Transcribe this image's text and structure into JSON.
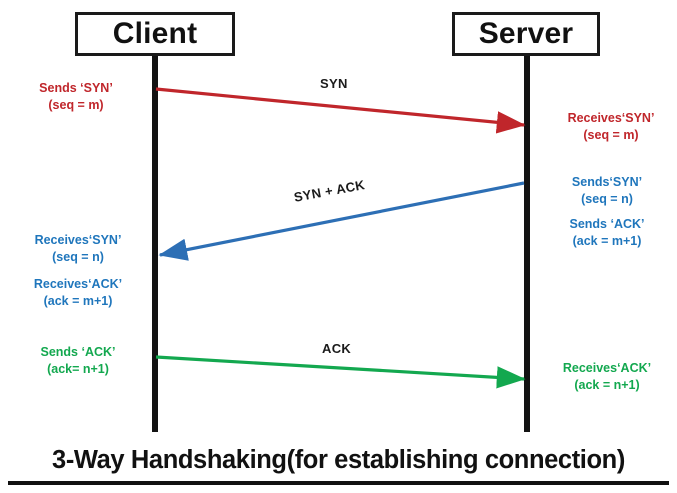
{
  "diagram": {
    "title": "3-Way Handshaking(for establishing connection)",
    "nodes": {
      "client": "Client",
      "server": "Server"
    },
    "colors": {
      "syn": "#c0262b",
      "syn_ack": "#1f76bc",
      "ack": "#13a84f",
      "lifeline": "#131313",
      "text": "#111111",
      "background": "#ffffff"
    },
    "messages": [
      {
        "label": "SYN",
        "color": "#c0262b",
        "direction": "client-to-server",
        "sender_note_line1": "Sends ‘SYN’",
        "sender_note_line2": "(seq = m)",
        "receiver_note_line1": "Receives‘SYN’",
        "receiver_note_line2": "(seq = m)"
      },
      {
        "label": "SYN + ACK",
        "color": "#1f76bc",
        "direction": "server-to-client",
        "sender_note_line1": "Sends‘SYN’",
        "sender_note_line2": "(seq = n)",
        "sender_note2_line1": "Sends ‘ACK’",
        "sender_note2_line2": "(ack = m+1)",
        "receiver_note_line1": "Receives‘SYN’",
        "receiver_note_line2": "(seq = n)",
        "receiver_note2_line1": "Receives‘ACK’",
        "receiver_note2_line2": "(ack = m+1)"
      },
      {
        "label": "ACK",
        "color": "#13a84f",
        "direction": "client-to-server",
        "sender_note_line1": "Sends ‘ACK’",
        "sender_note_line2": "(ack= n+1)",
        "receiver_note_line1": "Receives‘ACK’",
        "receiver_note_line2": "(ack = n+1)"
      }
    ]
  }
}
